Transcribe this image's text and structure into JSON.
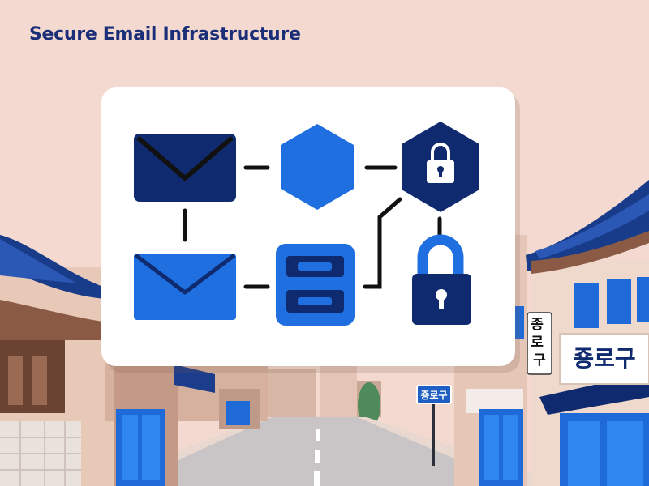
{
  "title": "Secure Email Infrastructure",
  "signs": {
    "vertical": "종로구",
    "shop": "죵로구",
    "street": "죵로구"
  },
  "icons": {
    "top_left": "envelope-icon",
    "top_middle": "hexagon-icon",
    "top_right": "hexagon-lock-icon",
    "bottom_left": "envelope-open-icon",
    "bottom_middle": "server-icon",
    "bottom_right": "padlock-icon"
  },
  "colors": {
    "background": "#f3d9cf",
    "navy": "#0f2a6e",
    "blue": "#1f6fe0",
    "card": "#ffffff",
    "connector": "#111111"
  }
}
